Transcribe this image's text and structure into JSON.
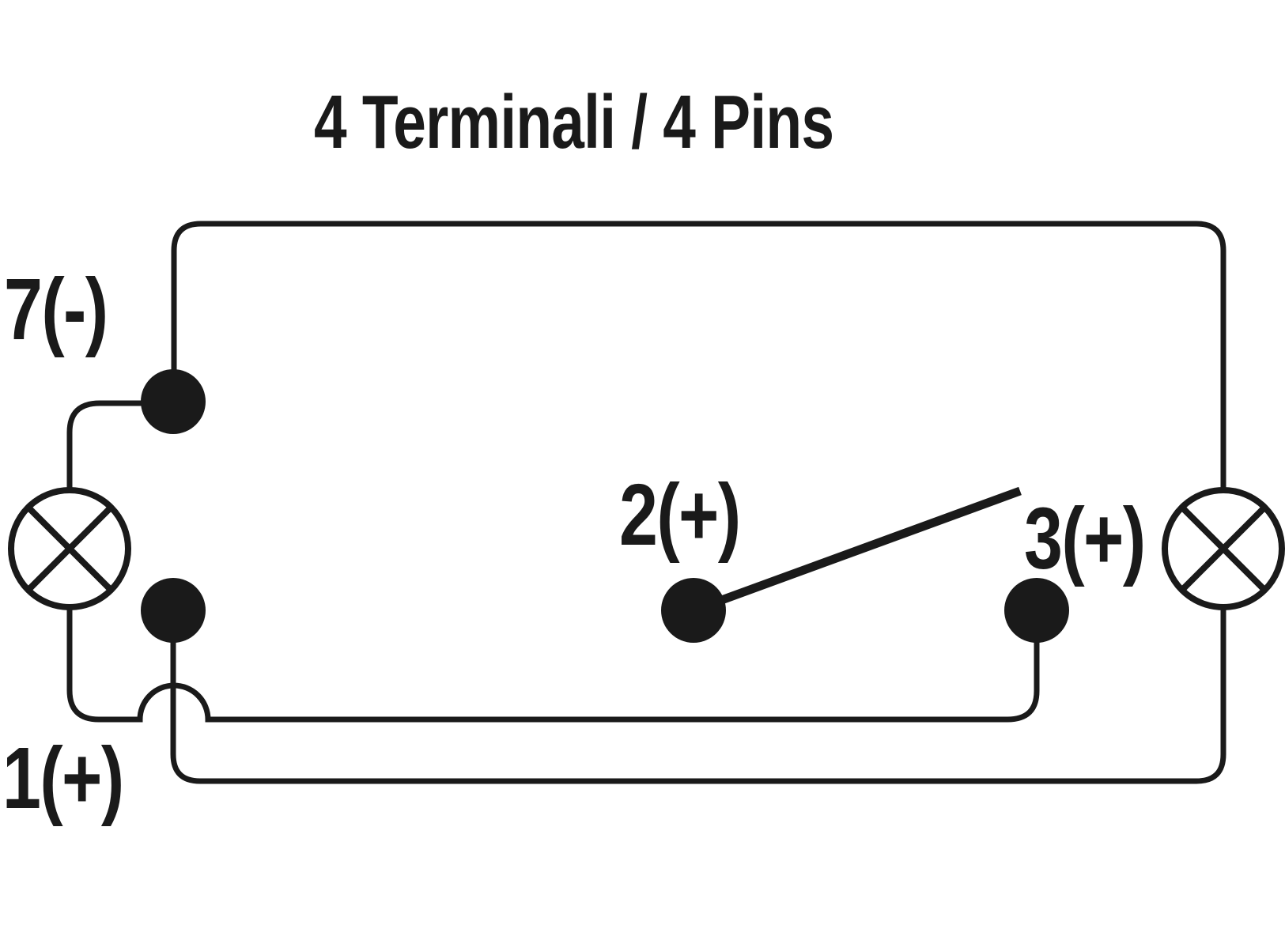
{
  "title": "4 Terminali / 4 Pins",
  "diagram": {
    "ink": "#1a1a1a",
    "background": "#ffffff",
    "terminals": [
      {
        "id": "7",
        "label": "7(-)"
      },
      {
        "id": "1",
        "label": "1(+)"
      },
      {
        "id": "2",
        "label": "2(+)"
      },
      {
        "id": "3",
        "label": "3(+)"
      }
    ],
    "lamps": [
      {
        "id": "left",
        "icon": "lamp-circle-x-icon"
      },
      {
        "id": "right",
        "icon": "lamp-circle-x-icon"
      }
    ],
    "switch": {
      "state": "open"
    }
  }
}
